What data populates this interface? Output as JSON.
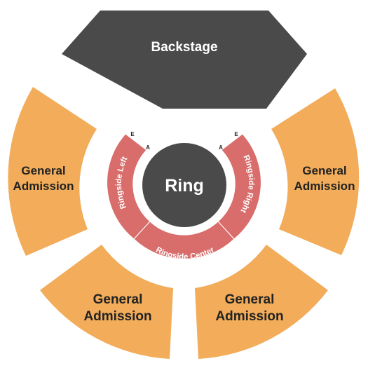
{
  "map": {
    "sections": {
      "backstage": "Backstage",
      "ring": "Ring",
      "ga_left_line1": "General",
      "ga_left_line2": "Admission",
      "ga_right_line1": "General",
      "ga_right_line2": "Admission",
      "ga_bottom_left_line1": "General",
      "ga_bottom_left_line2": "Admission",
      "ga_bottom_right_line1": "General",
      "ga_bottom_right_line2": "Admission",
      "ringside_left": "Ringside Left",
      "ringside_right": "Ringside Right",
      "ringside_center": "Ringside Center"
    },
    "rows": {
      "left_outer": "E",
      "left_inner": "A",
      "right_outer": "E",
      "right_inner": "A"
    },
    "colors": {
      "general_admission": "#f2ac5a",
      "ringside": "#d86d6b",
      "backstage_and_ring": "#4a4a4a"
    }
  }
}
